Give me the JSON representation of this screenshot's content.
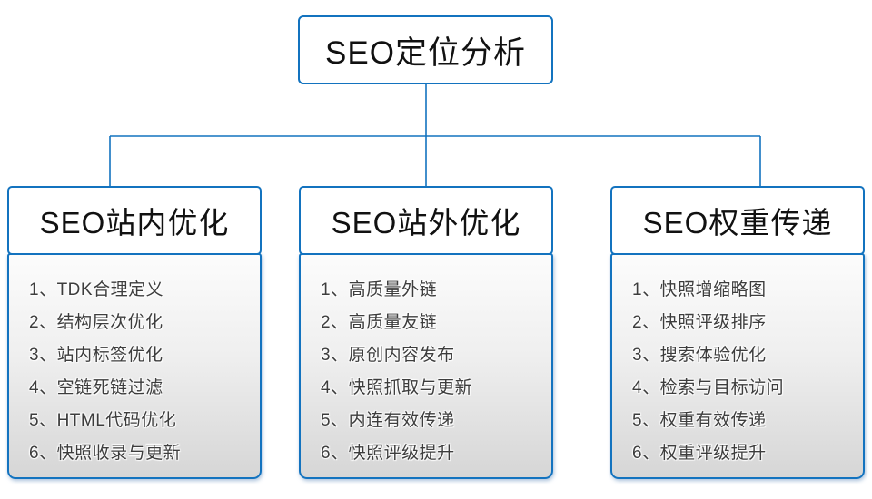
{
  "colors": {
    "connector_and_border": "#1373bf",
    "title_text": "#111111",
    "item_text": "#3d3d3d",
    "list_gradient_top": "#fcfcfc",
    "list_gradient_bottom": "#d6d6d6"
  },
  "root": {
    "title": "SEO定位分析"
  },
  "branches": [
    {
      "title": "SEO站内优化",
      "items": [
        "1、TDK合理定义",
        "2、结构层次优化",
        "3、站内标签优化",
        "4、空链死链过滤",
        "5、HTML代码优化",
        "6、快照收录与更新"
      ]
    },
    {
      "title": "SEO站外优化",
      "items": [
        "1、高质量外链",
        "2、高质量友链",
        "3、原创内容发布",
        "4、快照抓取与更新",
        "5、内连有效传递",
        "6、快照评级提升"
      ]
    },
    {
      "title": "SEO权重传递",
      "items": [
        "1、快照增缩略图",
        "2、快照评级排序",
        "3、搜索体验优化",
        "4、检索与目标访问",
        "5、权重有效传递",
        "6、权重评级提升"
      ]
    }
  ]
}
